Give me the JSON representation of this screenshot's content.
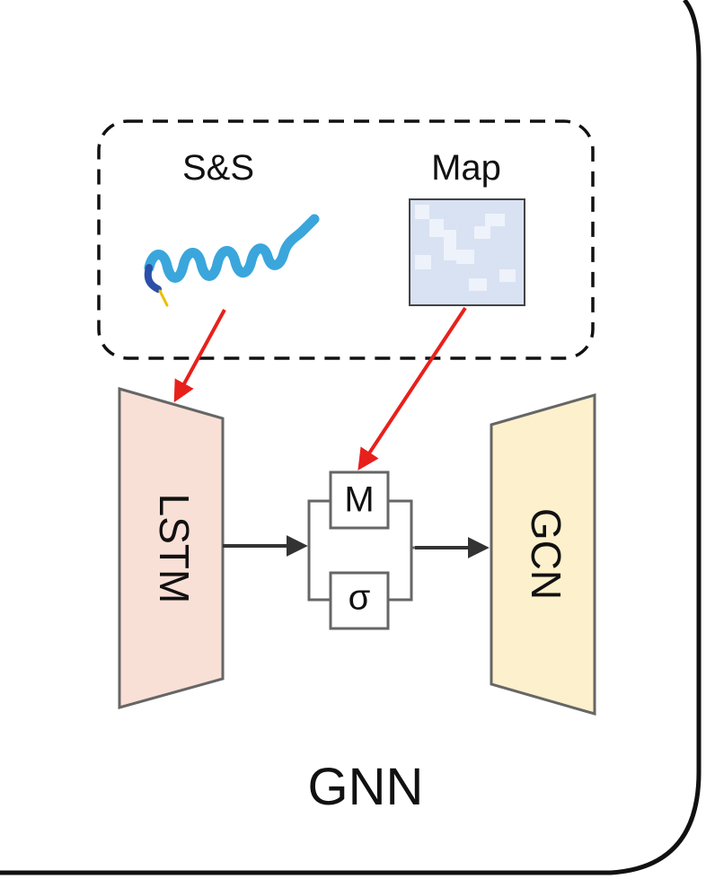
{
  "inputs": {
    "sequence_label": "S&S",
    "map_label": "Map"
  },
  "blocks": {
    "lstm_label": "LSTM",
    "gcn_label": "GCN",
    "m_label": "M",
    "sigma_label": "σ"
  },
  "container_label": "GNN",
  "colors": {
    "lstm_fill": "#f9e0d6",
    "gcn_fill": "#fdf0cc",
    "map_fill": "#d8e2f2",
    "arrow_red": "#e8201c",
    "arrow_dark": "#333333",
    "helix": "#3aa6dc"
  }
}
